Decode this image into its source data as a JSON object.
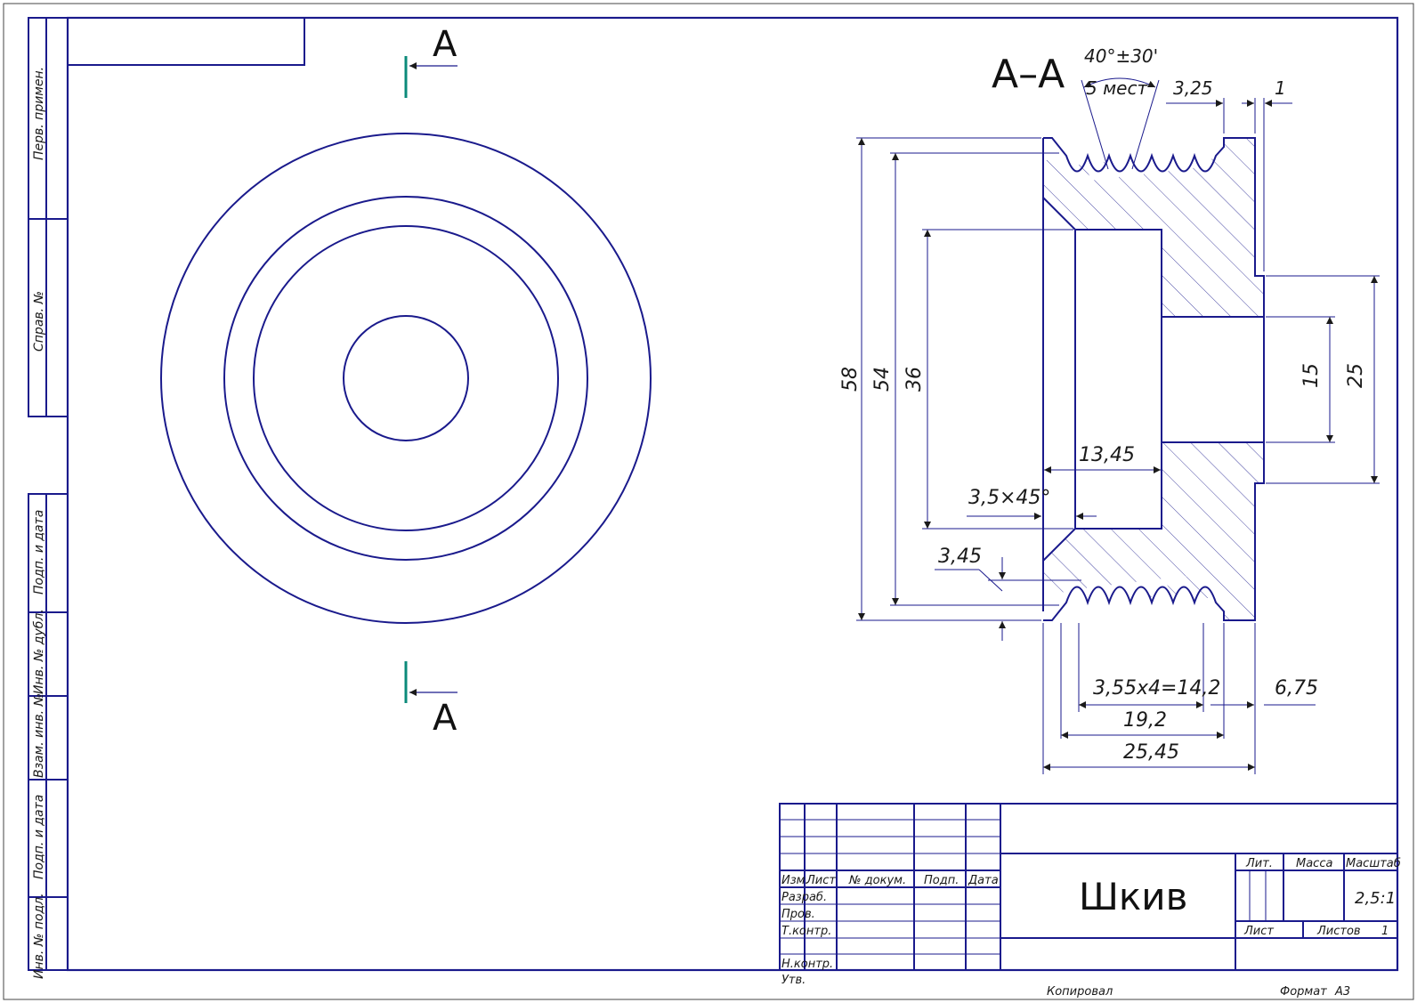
{
  "sidebar": {
    "perv_primen": "Перв. примен.",
    "sprav_no": "Справ. №",
    "podp_data_1": "Подп. и дата",
    "inv_dubl": "Инв. № дубл.",
    "vzam_inv": "Взам. инв. №",
    "podp_data_2": "Подп. и дата",
    "inv_podl": "Инв. № подл."
  },
  "section": {
    "cut_letter": "A",
    "section_title": "A–A",
    "angle_label": "40°±30'",
    "places_label": "5 мест",
    "dim_top_325": "3,25",
    "dim_top_1": "1",
    "dim_58": "58",
    "dim_54": "54",
    "dim_36": "36",
    "dim_15": "15",
    "dim_25": "25",
    "dim_1345": "13,45",
    "dim_chamfer": "3,5×45°",
    "dim_345": "3,45",
    "dim_pitch": "3,55х4=14,2",
    "dim_675": "6,75",
    "dim_192": "19,2",
    "dim_2545": "25,45"
  },
  "title_block": {
    "hdr_izm": "Изм.",
    "hdr_list": "Лист",
    "hdr_doc": "№ докум.",
    "hdr_podp": "Подп.",
    "hdr_data": "Дата",
    "row_razrab": "Разраб.",
    "row_prov": "Пров.",
    "row_tkontr": "Т.контр.",
    "row_nkontr": "Н.контр.",
    "row_utv": "Утв.",
    "part_name": "Шкив",
    "lit": "Лит.",
    "massa": "Масса",
    "masshtab": "Масштаб",
    "scale_value": "2,5:1",
    "list_label": "Лист",
    "listov_label": "Листов",
    "listov_value": "1",
    "kopiroval": "Копировал",
    "format_label": "Формат",
    "format_value": "А3"
  }
}
